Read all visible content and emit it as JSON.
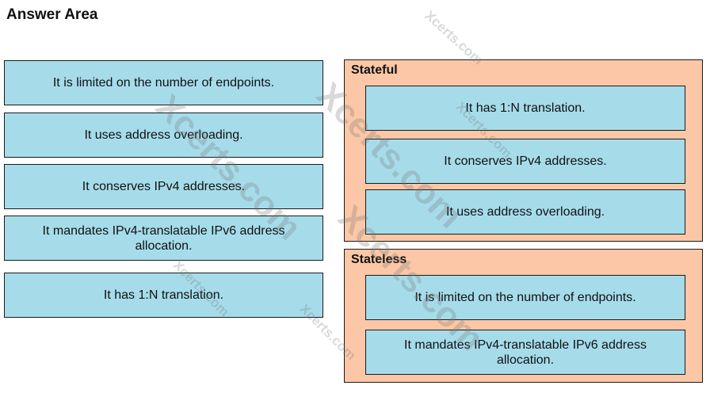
{
  "header": {
    "title": "Answer Area"
  },
  "options": [
    "It is limited on the number of endpoints.",
    "It uses address overloading.",
    "It conserves IPv4 addresses.",
    "It mandates IPv4-translatable IPv6 address allocation.",
    "It has 1:N translation."
  ],
  "stateful": {
    "label": "Stateful",
    "slots": [
      "It has 1:N translation.",
      "It conserves IPv4 addresses.",
      "It uses address overloading."
    ]
  },
  "stateless": {
    "label": "Stateless",
    "slots": [
      "It is limited on the number of endpoints.",
      "It mandates IPv4-translatable IPv6 address allocation."
    ]
  },
  "watermark": {
    "large": "Xcerts.com",
    "small": "Xcerts.com"
  },
  "colors": {
    "option_fill": "#a6dcea",
    "target_fill": "#fbc7a6",
    "border": "#1a1a1a"
  }
}
